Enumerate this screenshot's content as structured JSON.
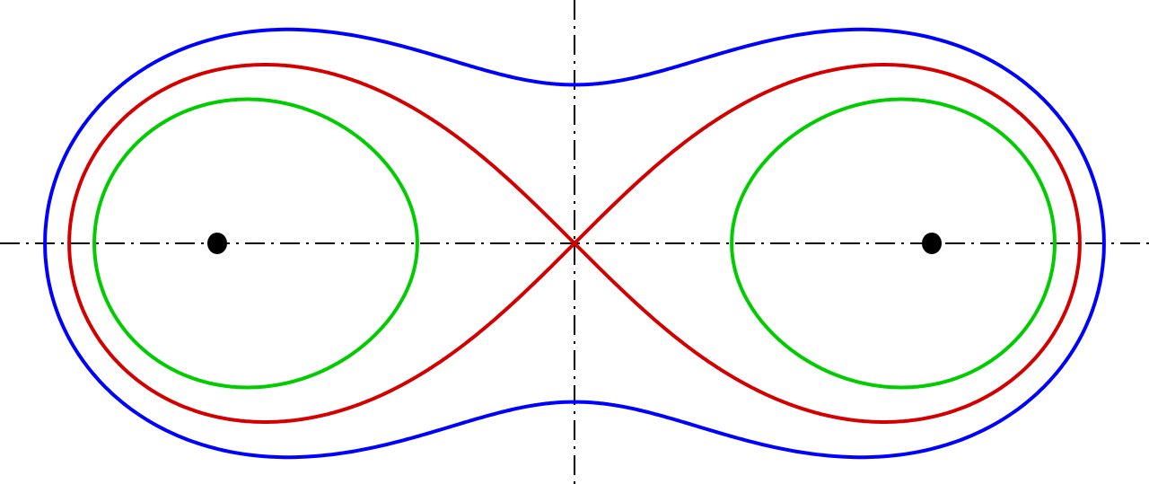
{
  "diagram": {
    "type": "cassini-ovals",
    "focal_half_distance": 1,
    "foci": [
      [
        -1,
        0
      ],
      [
        1,
        0
      ]
    ],
    "curves": [
      {
        "name": "inner-ovals",
        "b_over_a": 0.898,
        "color": "#00cc00"
      },
      {
        "name": "lemniscate",
        "b_over_a": 1.0,
        "color": "#d40000"
      },
      {
        "name": "outer-oval",
        "b_over_a": 1.094,
        "color": "#0000ff"
      }
    ],
    "axis_color": "#000000",
    "focus_color": "#000000"
  }
}
